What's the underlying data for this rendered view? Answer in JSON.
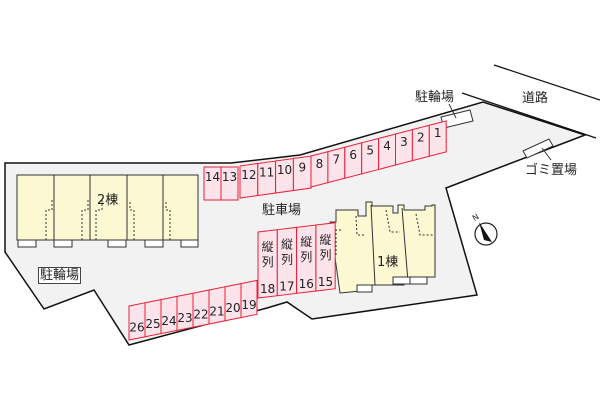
{
  "labels": {
    "parking": "駐車場",
    "bike_parking_top": "駐輪場",
    "bike_parking_left": "駐輪場",
    "road": "道路",
    "garbage": "ゴミ置場",
    "building1": "1棟",
    "building2": "2棟",
    "compass_n": "N"
  },
  "spaces": {
    "row_top_left": [
      "14",
      "13"
    ],
    "row_top_mid": [
      "12",
      "11",
      "10",
      "9"
    ],
    "row_top_right": [
      "8",
      "7",
      "6",
      "5",
      "4",
      "3",
      "2",
      "1"
    ],
    "row_tandem": [
      {
        "num": "18",
        "note": "縦列"
      },
      {
        "num": "17",
        "note": "縦列"
      },
      {
        "num": "16",
        "note": "縦列"
      },
      {
        "num": "15",
        "note": "縦列"
      }
    ],
    "row_bottom": [
      "26",
      "25",
      "24",
      "23",
      "22",
      "21",
      "20",
      "19"
    ]
  },
  "colors": {
    "lot": "#f2f2f2",
    "building": "#fbf8d2",
    "space_fill": "#fde3ea",
    "space_stroke": "#e8203a",
    "outline": "#111111"
  }
}
